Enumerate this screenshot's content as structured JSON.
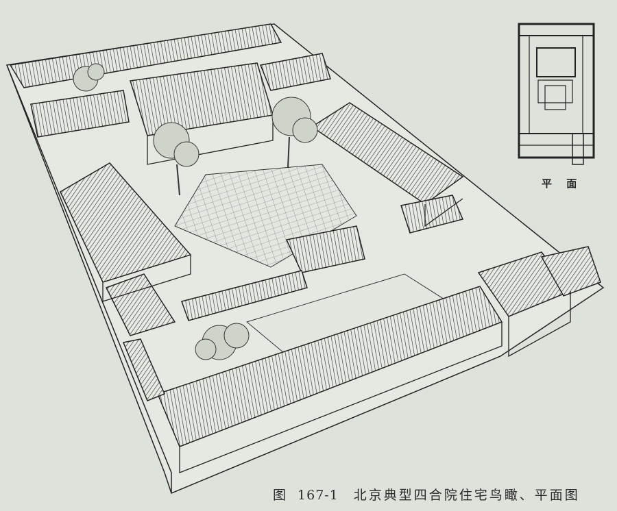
{
  "figure": {
    "prefix": "图",
    "number": "167-1",
    "title": "北京典型四合院住宅鸟瞰、平面图"
  },
  "plan_inset": {
    "label": "平 面"
  },
  "colors": {
    "paper": "#dde2da",
    "ink": "#222222"
  }
}
